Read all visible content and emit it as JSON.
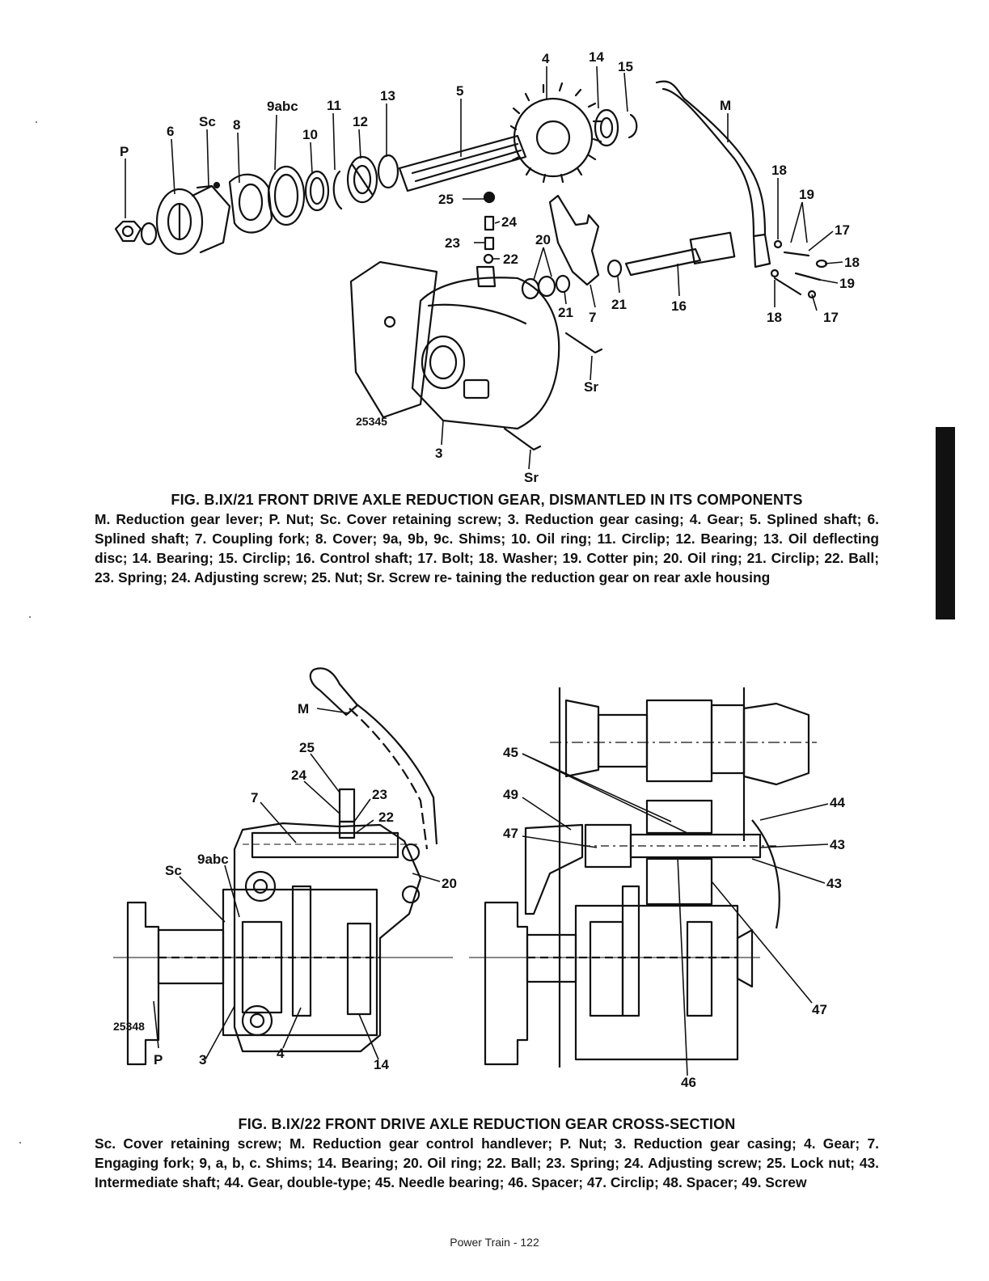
{
  "figure1": {
    "title": "FIG. B.IX/21 FRONT DRIVE AXLE REDUCTION GEAR, DISMANTLED IN ITS COMPONENTS",
    "description": "M. Reduction gear lever; P. Nut; Sc. Cover retaining screw; 3. Reduction gear casing; 4. Gear; 5. Splined shaft; 6. Splined shaft; 7. Coupling fork; 8. Cover; 9a, 9b, 9c. Shims; 10. Oil ring; 11. Circlip; 12. Bearing; 13. Oil deflecting disc; 14. Bearing; 15. Circlip; 16. Control shaft; 17. Bolt; 18. Washer; 19. Cotter pin; 20. Oil ring; 21. Circlip; 22. Ball; 23. Spring; 24. Adjusting screw; 25. Nut; Sr. Screw re- taining the reduction gear on rear axle housing",
    "drawing_number": "25345",
    "callouts": {
      "P": "P",
      "c6": "6",
      "Sc": "Sc",
      "c8": "8",
      "c9abc": "9abc",
      "c10": "10",
      "c11": "11",
      "c12": "12",
      "c13": "13",
      "c5": "5",
      "c4": "4",
      "c14": "14",
      "c15": "15",
      "M": "M",
      "c18a": "18",
      "c19a": "19",
      "c17a": "17",
      "c18b": "18",
      "c19b": "19",
      "c18c": "18",
      "c17b": "17",
      "c16": "16",
      "c21a": "21",
      "c21b": "21",
      "c7": "7",
      "c20": "20",
      "c22": "22",
      "c23": "23",
      "c24": "24",
      "c25": "25",
      "Sr1": "Sr",
      "Sr2": "Sr",
      "c3": "3"
    }
  },
  "figure2": {
    "title": "FIG. B.IX/22 FRONT DRIVE AXLE REDUCTION GEAR CROSS-SECTION",
    "description": "Sc. Cover retaining screw; M. Reduction gear control handlever; P. Nut; 3. Reduction gear casing; 4. Gear; 7. Engaging fork; 9, a, b, c. Shims; 14. Bearing; 20. Oil ring; 22. Ball; 23. Spring; 24. Adjusting screw; 25. Lock nut; 43. Intermediate shaft; 44. Gear, double-type; 45. Needle bearing; 46. Spacer; 47. Circlip; 48. Spacer; 49. Screw",
    "drawing_number": "25348",
    "callouts": {
      "M": "M",
      "c25": "25",
      "c24": "24",
      "c23": "23",
      "c22": "22",
      "c7": "7",
      "c9abc": "9abc",
      "Sc": "Sc",
      "c20": "20",
      "P": "P",
      "c3": "3",
      "c4": "4",
      "c14": "14",
      "c45": "45",
      "c49": "49",
      "c47a": "47",
      "c44": "44",
      "c43a": "43",
      "c43b": "43",
      "c47b": "47",
      "c46": "46"
    }
  },
  "footer": {
    "page_label": "Power Train - 122"
  }
}
